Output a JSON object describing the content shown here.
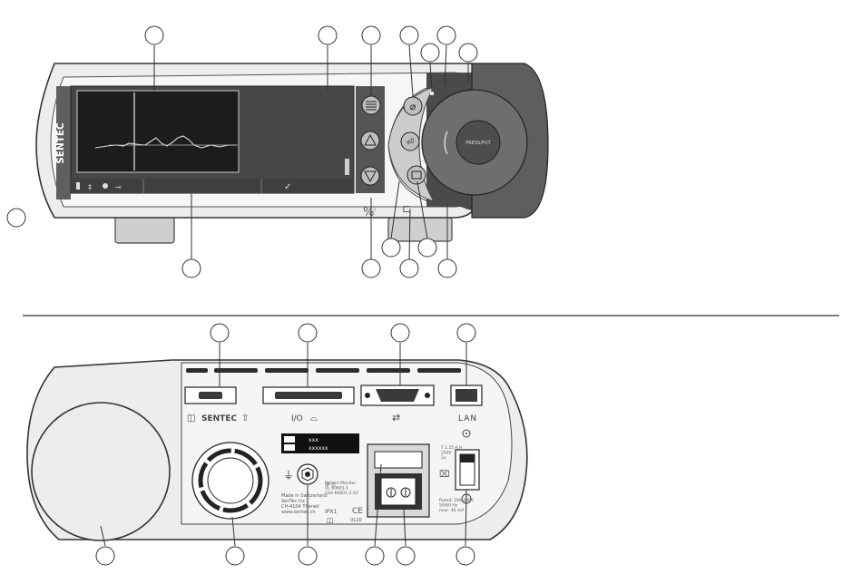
{
  "front": {
    "brand": "SENTEC",
    "door_label": "PRESS/PUT",
    "spo2_mark": "%",
    "check_mark": "✓"
  },
  "rear": {
    "brand": "SENTEC",
    "io_label": "I/O",
    "lan_label": "LAN",
    "rating_label": "T 1.25 A H\n250V\n2x",
    "supply_label": "Rated: 100-240V\n50/60 Hz\nmax. 40 mA",
    "made_in": "Made in Switzerland\nSenTec Inc\nCH-4104 Therwil\nwww.sentec.ch",
    "ip_class": "IPX1",
    "ce_code": "0120",
    "cert_label": "Patient Monitor\nUL 60601-1\nCSA 60601-2-23",
    "sn_placeholder_1": "xxx",
    "sn_placeholder_2": "xxxxxx"
  },
  "colors": {
    "line": "#3a3a3a",
    "body_fill": "#ededed",
    "panel_dark": "#6b6b6b",
    "screen_bg": "#1a1a1a",
    "accent_light": "#d9d9d9"
  }
}
